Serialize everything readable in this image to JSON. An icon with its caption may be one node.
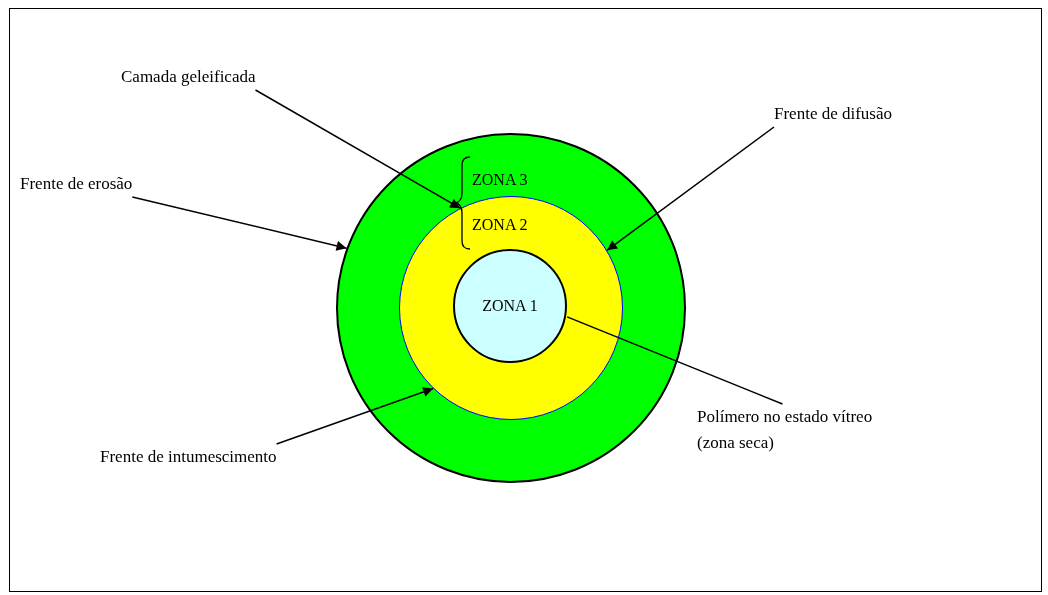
{
  "diagram": {
    "nodes": [
      {
        "text": [
          "Camada geleificada"
        ]
      },
      {
        "text": [
          "Frente de difusão"
        ]
      },
      {
        "text": [
          "Frente de erosão"
        ]
      },
      {
        "text": [],
        "shape": "circle"
      },
      {
        "text": [],
        "shape": "circle",
        "in": 3
      },
      {
        "text": [
          "ZONA 1"
        ],
        "in": 4
      },
      {
        "text": [
          "Polímero no estado vítreo (zona seca)"
        ]
      },
      {
        "text": [
          "Frente de intumescimento"
        ]
      }
    ],
    "edges": [
      {
        "from": 0,
        "to": 4,
        "arrow": "to"
      },
      {
        "from": 1,
        "to": 4,
        "arrow": "to"
      },
      {
        "from": 2,
        "to": 3,
        "arrow": "to"
      },
      {
        "from": 7,
        "to": 4,
        "arrow": "to"
      },
      {
        "from": 6,
        "to": 5,
        "arrow": "none"
      }
    ],
    "labels": [
      "ZONA 3",
      "ZONA 2"
    ]
  }
}
